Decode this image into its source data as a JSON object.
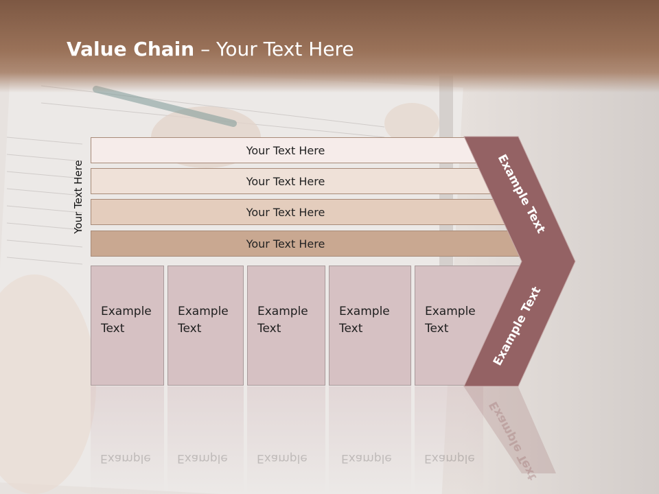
{
  "slide": {
    "title_bold": "Value Chain",
    "title_rest": " – Your Text Here",
    "side_label": "Your Text Here"
  },
  "bands": [
    {
      "label": "Your Text Here",
      "color": "#f6ecea"
    },
    {
      "label": "Your Text Here",
      "color": "#efe1d8"
    },
    {
      "label": "Your Text Here",
      "color": "#e4cdbd"
    },
    {
      "label": "Your Text Here",
      "color": "#c9a891"
    }
  ],
  "boxes": [
    {
      "line1": "Example",
      "line2": "Text"
    },
    {
      "line1": "Example",
      "line2": "Text"
    },
    {
      "line1": "Example",
      "line2": "Text"
    },
    {
      "line1": "Example",
      "line2": "Text"
    },
    {
      "line1": "Example",
      "line2": "Text"
    }
  ],
  "chevron": {
    "upper_label": "Example Text",
    "lower_label": "Example Text",
    "color": "#946264"
  }
}
